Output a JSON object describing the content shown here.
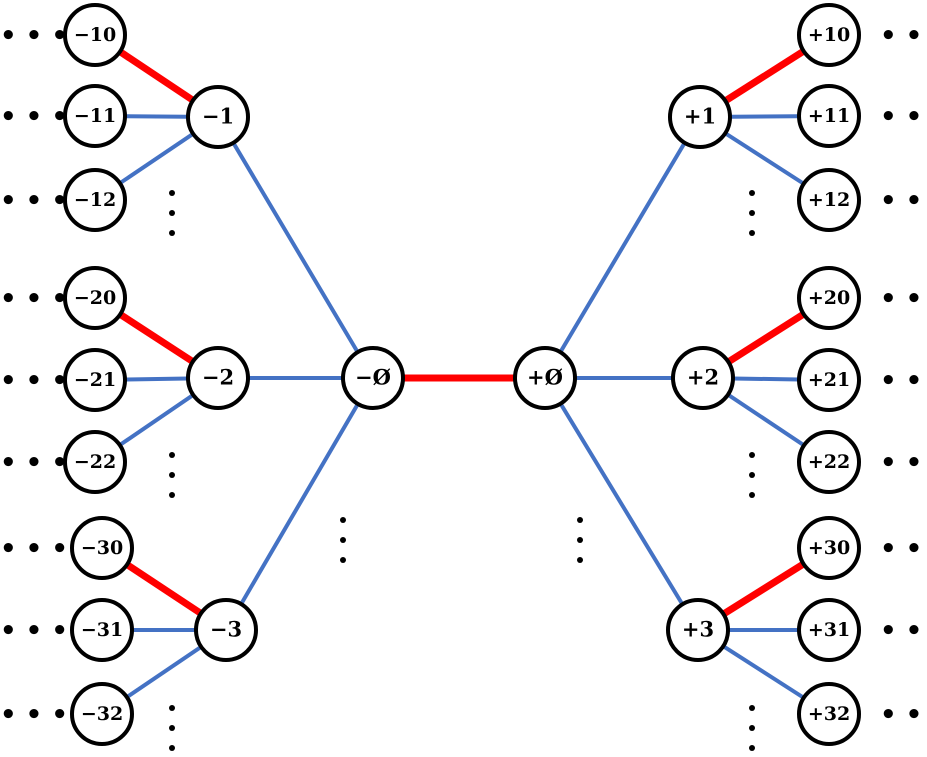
{
  "colors": {
    "red_edge": "#ff0000",
    "blue_edge": "#4472c4",
    "node_stroke": "#000000",
    "node_fill": "#ffffff"
  },
  "nodes": {
    "root_left": "−Ø",
    "root_right": "+Ø",
    "left": [
      "−1",
      "−2",
      "−3"
    ],
    "right": [
      "+1",
      "+2",
      "+3"
    ],
    "left_leaves": [
      "−10",
      "−11",
      "−12",
      "−20",
      "−21",
      "−22",
      "−30",
      "−31",
      "−32"
    ],
    "right_leaves": [
      "+10",
      "+11",
      "+12",
      "+20",
      "+21",
      "+22",
      "+30",
      "+31",
      "+32"
    ]
  },
  "ellipsis": "• • •"
}
